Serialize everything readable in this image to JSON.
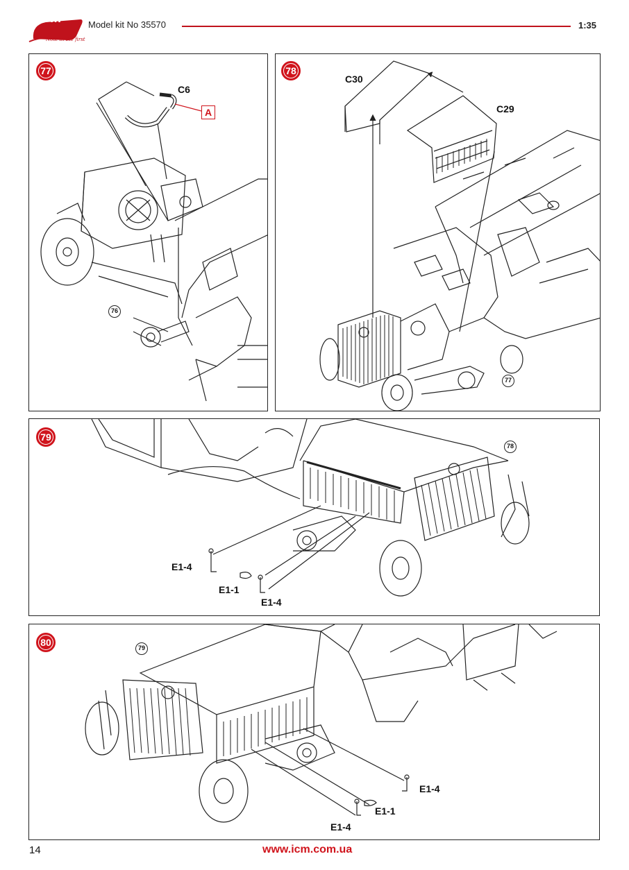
{
  "header": {
    "logo_text": "ICM",
    "logo_tagline": "Note in the first",
    "kit_title": "Model kit No 35570",
    "scale": "1:35",
    "brand_color": "#c0121c"
  },
  "steps": [
    {
      "number": "77",
      "refs": [
        "76"
      ],
      "parts": [
        "C6"
      ],
      "callout": "A"
    },
    {
      "number": "78",
      "refs": [
        "77"
      ],
      "parts": [
        "C30",
        "C29"
      ]
    },
    {
      "number": "79",
      "refs": [
        "78"
      ],
      "parts": [
        "E1-4",
        "E1-1",
        "E1-4"
      ]
    },
    {
      "number": "80",
      "refs": [
        "79"
      ],
      "parts": [
        "E1-4",
        "E1-1",
        "E1-4"
      ]
    }
  ],
  "footer": {
    "page_number": "14",
    "website": "www.icm.com.ua"
  }
}
